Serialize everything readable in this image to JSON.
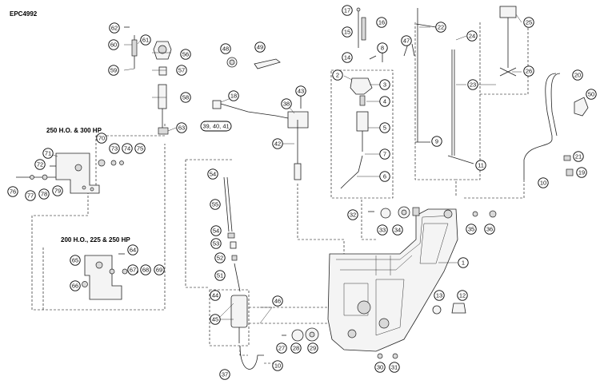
{
  "diagram_code": "EPC4992",
  "headings": {
    "upper_group": "250 H.O. & 300 HP",
    "lower_group": "200 H.O., 225 & 250 HP"
  },
  "group_label_39_41": "39, 40, 41",
  "callouts": {
    "c1": "1",
    "c2": "2",
    "c3": "3",
    "c4": "4",
    "c5": "5",
    "c6": "6",
    "c7": "7",
    "c8": "8",
    "c9": "9",
    "c10": "10",
    "c10b": "10",
    "c11": "11",
    "c12": "12",
    "c13": "13",
    "c14": "14",
    "c15": "15",
    "c16": "16",
    "c17": "17",
    "c18": "18",
    "c19": "19",
    "c20": "20",
    "c21": "21",
    "c22": "22",
    "c23": "23",
    "c24": "24",
    "c25": "25",
    "c26": "26",
    "c27": "27",
    "c28": "28",
    "c29": "29",
    "c30": "30",
    "c31": "31",
    "c32": "32",
    "c33": "33",
    "c34": "34",
    "c35": "35",
    "c36": "36",
    "c37": "37",
    "c38": "38",
    "c42": "42",
    "c43": "43",
    "c44": "44",
    "c45": "45",
    "c46": "46",
    "c47": "47",
    "c48": "48",
    "c49": "49",
    "c50": "50",
    "c51": "51",
    "c52": "52",
    "c53": "53",
    "c54": "54",
    "c54b": "54",
    "c55": "55",
    "c56": "56",
    "c57": "57",
    "c58": "58",
    "c59": "59",
    "c60": "60",
    "c61": "61",
    "c62": "62",
    "c63": "63",
    "c64": "64",
    "c65": "65",
    "c66": "66",
    "c67": "67",
    "c68": "68",
    "c69": "69",
    "c70": "70",
    "c71": "71",
    "c72": "72",
    "c73": "73",
    "c74": "74",
    "c75": "75",
    "c76": "76",
    "c77": "77",
    "c78": "78",
    "c79": "79"
  }
}
